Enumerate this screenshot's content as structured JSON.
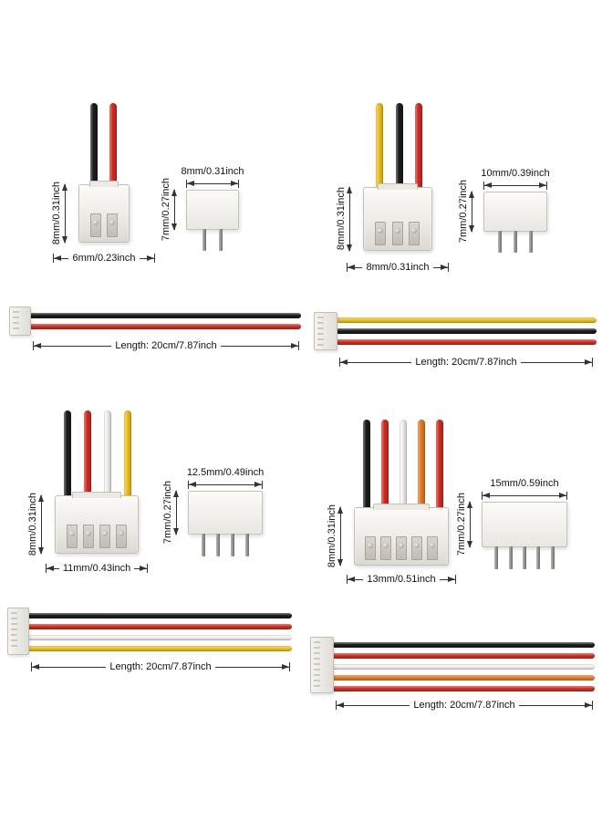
{
  "sections": [
    {
      "pins": 2,
      "connector": {
        "height_label": "8mm/0.31inch",
        "width_label": "6mm/0.23inch",
        "wire_colors": [
          "#1c1c1c",
          "#d62b1f"
        ]
      },
      "header": {
        "width_label": "8mm/0.31inch",
        "height_label": "7mm/0.27inch"
      },
      "cable": {
        "length_label": "Length: 20cm/7.87inch",
        "wire_colors": [
          "#1c1c1c",
          "#d62b1f"
        ]
      }
    },
    {
      "pins": 3,
      "connector": {
        "height_label": "8mm/0.31inch",
        "width_label": "8mm/0.31inch",
        "wire_colors": [
          "#f0c11a",
          "#1c1c1c",
          "#d62b1f"
        ]
      },
      "header": {
        "width_label": "10mm/0.39inch",
        "height_label": "7mm/0.27inch"
      },
      "cable": {
        "length_label": "Length: 20cm/7.87inch",
        "wire_colors": [
          "#f0c11a",
          "#1c1c1c",
          "#d62b1f"
        ]
      }
    },
    {
      "pins": 4,
      "connector": {
        "height_label": "8mm/0.31inch",
        "width_label": "11mm/0.43inch",
        "wire_colors": [
          "#1c1c1c",
          "#d62b1f",
          "#f5f3ef",
          "#f0c11a"
        ]
      },
      "header": {
        "width_label": "12.5mm/0.49inch",
        "height_label": "7mm/0.27inch"
      },
      "cable": {
        "length_label": "Length: 20cm/7.87inch",
        "wire_colors": [
          "#1c1c1c",
          "#d62b1f",
          "#f5f3ef",
          "#f0c11a"
        ]
      }
    },
    {
      "pins": 5,
      "connector": {
        "height_label": "8mm/0.31inch",
        "width_label": "13mm/0.51inch",
        "wire_colors": [
          "#1c1c1c",
          "#d62b1f",
          "#f5f3ef",
          "#e87b24",
          "#d62b1f"
        ]
      },
      "header": {
        "width_label": "15mm/0.59inch",
        "height_label": "7mm/0.27inch"
      },
      "cable": {
        "length_label": "Length: 20cm/7.87inch",
        "wire_colors": [
          "#1c1c1c",
          "#d62b1f",
          "#f5f3ef",
          "#e87b24",
          "#d62b1f"
        ]
      }
    }
  ]
}
